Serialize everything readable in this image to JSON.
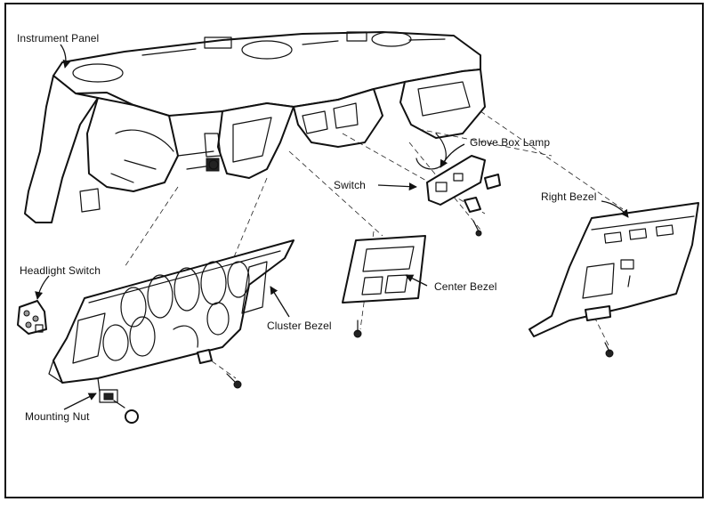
{
  "labels": {
    "instrument_panel": "Instrument Panel",
    "glove_box_lamp": "Glove Box Lamp",
    "switch": "Switch",
    "right_bezel": "Right Bezel",
    "headlight_switch": "Headlight Switch",
    "center_bezel": "Center Bezel",
    "cluster_bezel": "Cluster Bezel",
    "mounting_nut": "Mounting Nut"
  }
}
